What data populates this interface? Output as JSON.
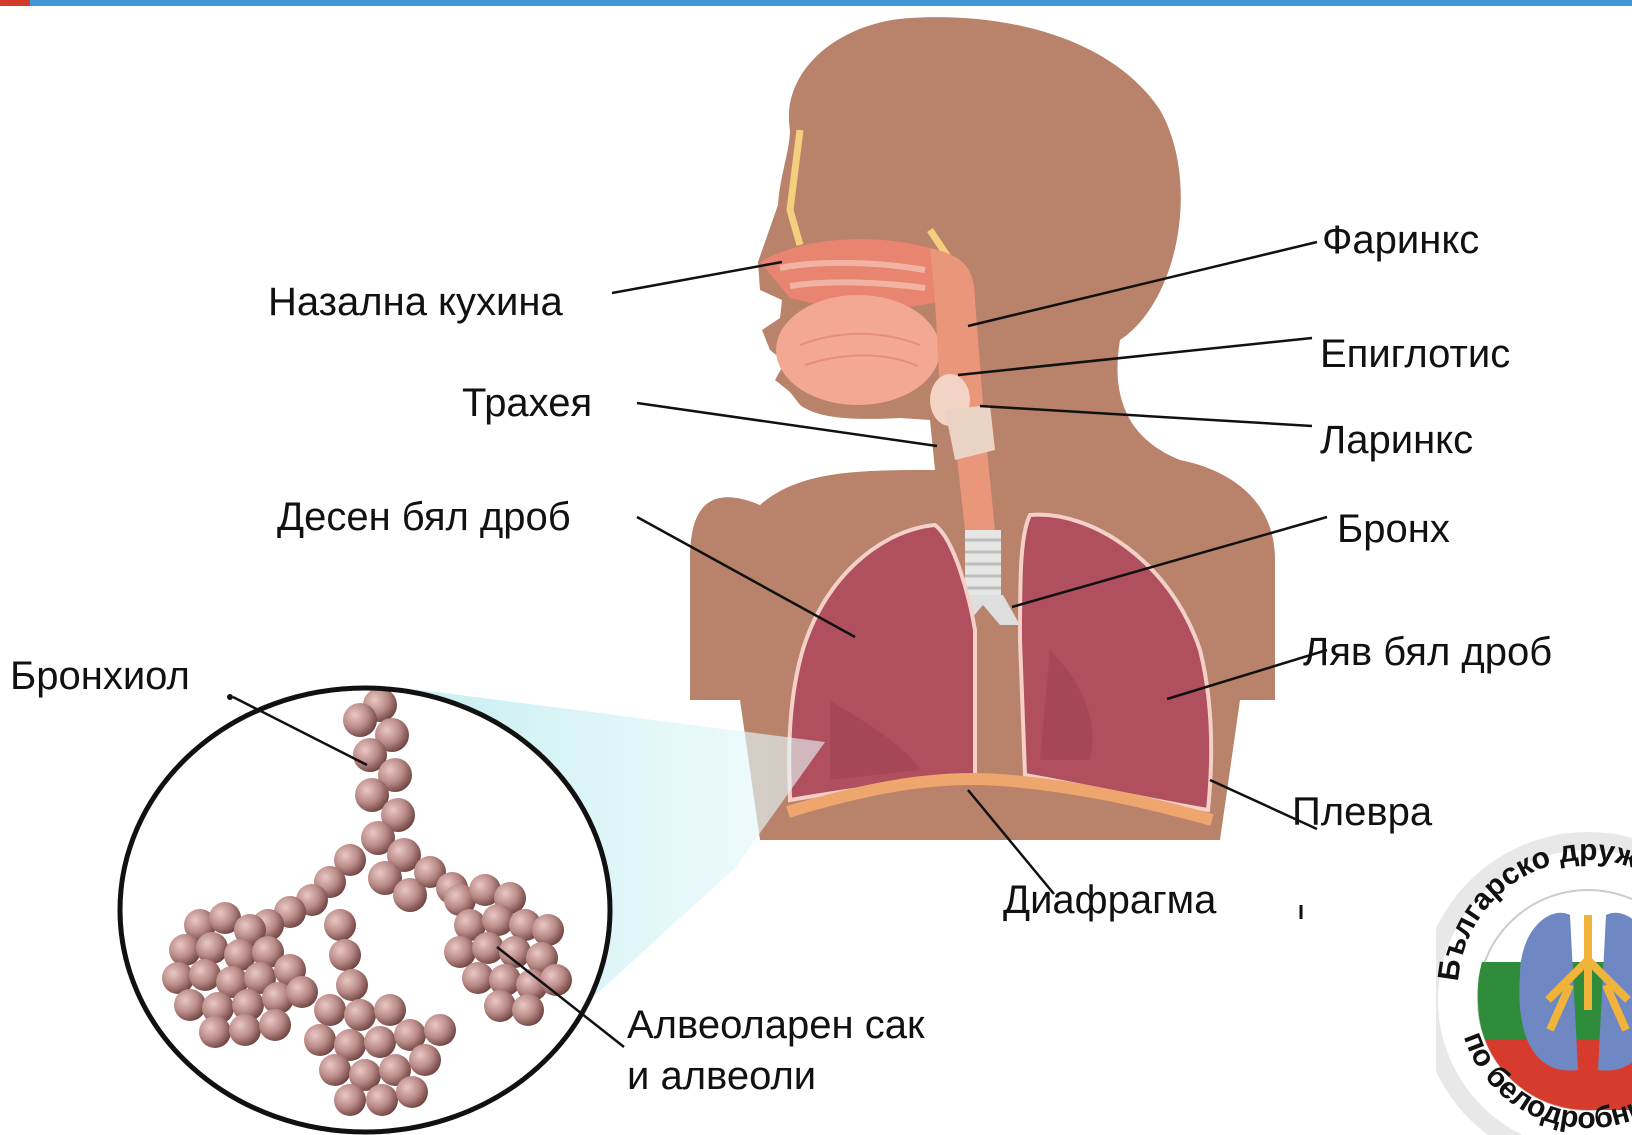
{
  "labels": {
    "nasal_cavity": "Назална кухина",
    "pharynx": "Фаринкс",
    "epiglottis": "Епиглотис",
    "trachea": "Трахея",
    "larynx": "Ларинкс",
    "right_lung": "Десен бял дроб",
    "bronchus": "Бронх",
    "bronchiole": "Бронхиол",
    "left_lung": "Ляв бял дроб",
    "pleura": "Плевра",
    "diaphragm": "Диафрагма",
    "alveolar_sac_line1": "Алвеоларен сак",
    "alveolar_sac_line2": "и алвеоли"
  },
  "logo": {
    "top_text": "Българско друже",
    "bottom_text": "по белодробни бо"
  },
  "colors": {
    "body_silhouette": "#b9826a",
    "lung_fill": "#b04f5e",
    "lung_outline": "#f4d0c8",
    "airway": "#e9967a",
    "diaphragm": "#eea56e",
    "alveoli": "#b98a88",
    "zoom_lens": "#c7eef2",
    "leader_line": "#111111",
    "top_bar": "#3f97d6"
  }
}
